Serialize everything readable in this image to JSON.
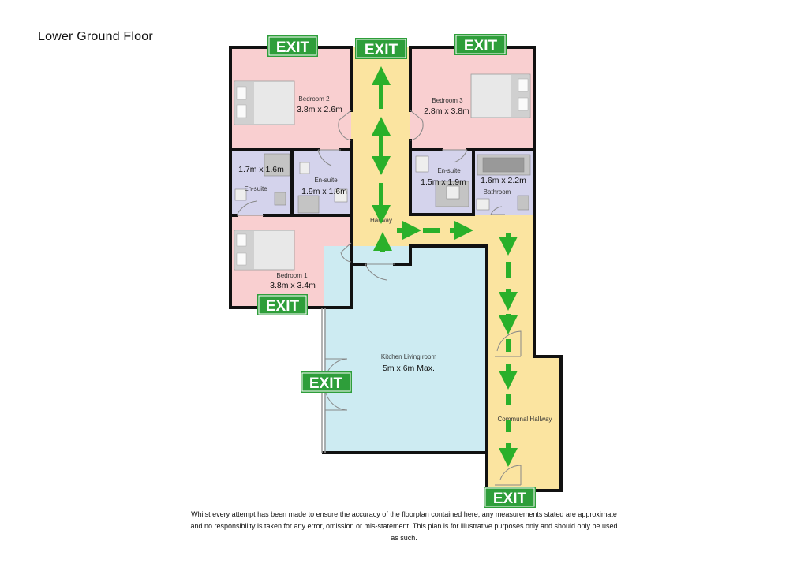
{
  "title": "Lower Ground Floor",
  "rooms": {
    "bedroom2": {
      "label": "Bedroom 2",
      "dims": "3.8m x 2.6m"
    },
    "bedroom3": {
      "label": "Bedroom 3",
      "dims": "2.8m x 3.8m"
    },
    "ensuite_a": {
      "label": "En-suite",
      "dims": "1.7m x 1.6m"
    },
    "ensuite_b": {
      "label": "En-suite",
      "dims": "1.9m x 1.6m"
    },
    "ensuite_c": {
      "label": "En-suite",
      "dims": "1.5m x 1.9m"
    },
    "bathroom": {
      "label": "Bathroom",
      "dims": "1.6m x 2.2m"
    },
    "bedroom1": {
      "label": "Bedroom 1",
      "dims": "3.8m x 3.4m"
    },
    "hallway": {
      "label": "Hallway"
    },
    "kitchen": {
      "label": "Kitchen Living room",
      "dims": "5m x 6m Max."
    },
    "communal": {
      "label": "Communal Hallway"
    }
  },
  "exit_label": "EXIT",
  "disclaimer": "Whilst every attempt has been made to ensure the accuracy of the floorplan contained here, any measurements stated are approximate and no responsibility is taken for any error, omission or mis-statement. This plan is for illustrative purposes only and should only be used as such.",
  "colors": {
    "bedroom": "#f9cfd0",
    "ensuite": "#d4d3ec",
    "hallway": "#fbe4a0",
    "kitchen": "#cdebf2",
    "wall": "#111111",
    "exit_sign": "#2e9e3a",
    "arrow": "#2ab02a"
  }
}
